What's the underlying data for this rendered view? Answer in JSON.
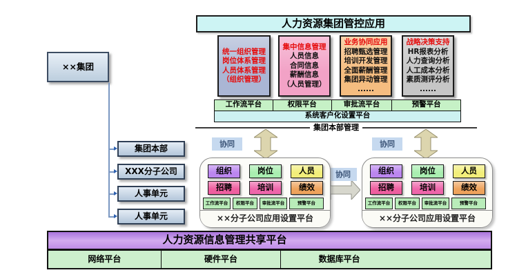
{
  "header": {
    "title": "人力资源集团管控应用"
  },
  "app_boxes": [
    {
      "bg": "#aab6d4",
      "red_lines": [
        "统一组织管理",
        "岗位体系管理",
        "人员体系管理",
        "（组织管理）"
      ],
      "black_lines": []
    },
    {
      "bg": "#f2a2c6",
      "red_lines": [
        "集中信息管理"
      ],
      "black_lines": [
        "人员信息",
        "合同信息",
        "薪酬信息",
        "（人员管理）"
      ]
    },
    {
      "bg": "#f5bd80",
      "red_lines": [
        "业务协同应用"
      ],
      "black_lines": [
        "招聘甄选管理",
        "培训开发管理",
        "全面薪酬管理",
        "集团异动管理",
        "......"
      ]
    },
    {
      "bg": "#c6c6c6",
      "red_lines": [
        "战略决策支持"
      ],
      "black_lines": [
        "HR报表分析",
        "人力查询分析",
        "人工成本分析",
        "素质测评分析",
        "......"
      ]
    }
  ],
  "platform_row": [
    "工作流平台",
    "权限平台",
    "审批流平台",
    "预警平台"
  ],
  "custom_bar": "系统客户化设置平台",
  "hq_label": "集团本部管理",
  "org": {
    "root": "××集团",
    "units": [
      "集团本部",
      "XXX分子公司",
      "人事单元",
      "人事单元"
    ]
  },
  "collab_label": "协同",
  "branch_group": {
    "modules": [
      {
        "label": "组织",
        "bg": "#bb86ef"
      },
      {
        "label": "岗位",
        "bg": "#a9eeb0"
      },
      {
        "label": "人员",
        "bg": "#f2ee7a"
      },
      {
        "label": "招聘",
        "bg": "#ee5f9f"
      },
      {
        "label": "培训",
        "bg": "#ee66aa"
      },
      {
        "label": "绩效",
        "bg": "#eea35c"
      }
    ],
    "platforms": [
      "工作流平台",
      "权限平台",
      "审批流平台",
      "预警平台"
    ],
    "footer": "××分子公司应用设置平台"
  },
  "shared_platform": "人力资源信息管理共享平台",
  "infra_row": [
    "网络平台",
    "硬件平台",
    "数据库平台"
  ],
  "colors": {
    "title_bg": "#cdf4f4",
    "platform_green": "#c6f1c6",
    "custom_cyan": "#cdf1f1",
    "shared_purple": "#b77fe3",
    "infra_green": "#cdefcd",
    "red_text": "#e60d0d",
    "arrow_khaki": "#dcd5ae",
    "collab_bg": "#c6d9ef"
  }
}
